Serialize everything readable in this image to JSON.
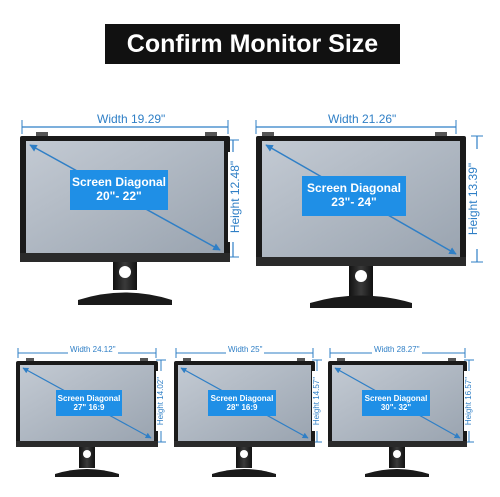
{
  "title": "Confirm Monitor Size",
  "colors": {
    "accent": "#2f7fc6",
    "badge": "#1f8fe6",
    "screen": "#aeb7c2",
    "bezel": "#1a1a1a",
    "title_bg": "#111111"
  },
  "monitors": [
    {
      "width": "Width 19.29\"",
      "height": "Height 12.48\"",
      "diag_label": "Screen Diagonal",
      "diag_value": "20\"- 22\""
    },
    {
      "width": "Width 21.26\"",
      "height": "Height 13.39\"",
      "diag_label": "Screen Diagonal",
      "diag_value": "23\"- 24\""
    },
    {
      "width": "Width 24.12\"",
      "height": "Height 14.02\"",
      "diag_label": "Screen Diagonal",
      "diag_value": "27\" 16:9"
    },
    {
      "width": "Width 25\"",
      "height": "Height 14.57\"",
      "diag_label": "Screen Diagonal",
      "diag_value": "28\" 16:9"
    },
    {
      "width": "Width 28.27\"",
      "height": "Height 16.57\"",
      "diag_label": "Screen Diagonal",
      "diag_value": "30\"- 32\""
    }
  ]
}
